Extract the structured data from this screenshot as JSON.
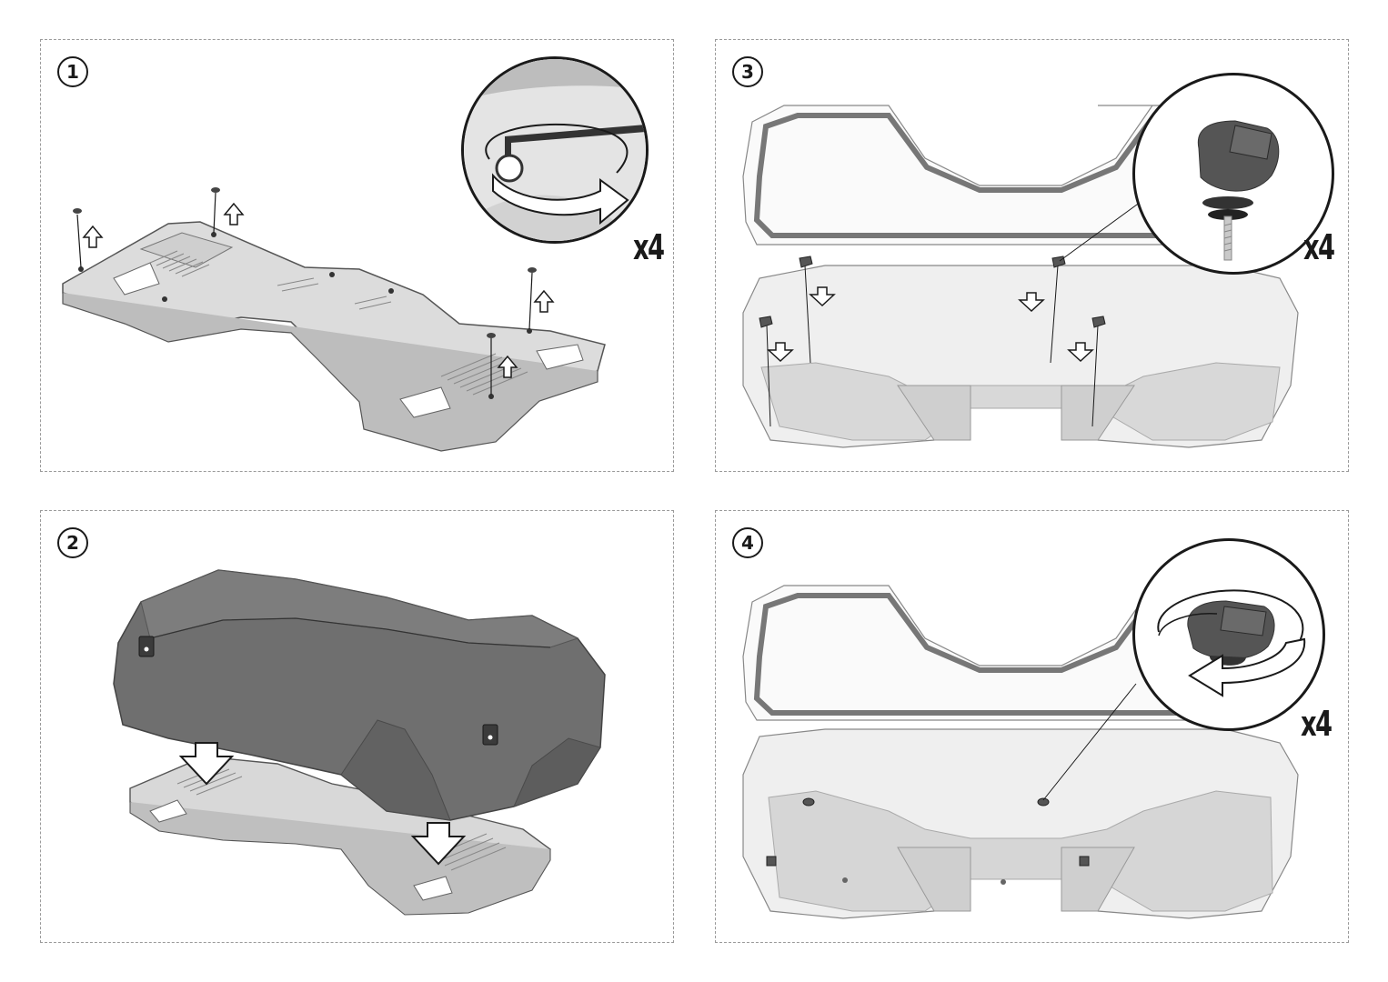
{
  "steps": [
    {
      "number": "1",
      "quantity": "x4"
    },
    {
      "number": "2"
    },
    {
      "number": "3",
      "quantity": "x4"
    },
    {
      "number": "4",
      "quantity": "x4"
    }
  ],
  "colors": {
    "outline": "#1a1a1a",
    "rack": "#d8d8d8",
    "box": "#6f6f6f",
    "glass": "#eeeeee"
  },
  "icons": [
    "hex-key-icon",
    "rotate-arrow-icon",
    "up-arrow-icon",
    "down-arrow-icon",
    "knob-icon"
  ]
}
